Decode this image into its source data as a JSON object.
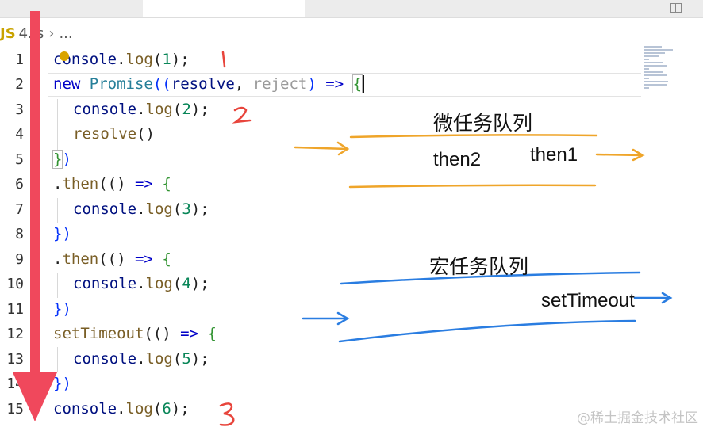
{
  "breadcrumb": {
    "icon": "JS",
    "file": "4.js",
    "more": "..."
  },
  "gutter": [
    "1",
    "2",
    "3",
    "4",
    "5",
    "6",
    "7",
    "8",
    "9",
    "10",
    "11",
    "12",
    "13",
    "14",
    "15"
  ],
  "code": {
    "l1": {
      "obj": "console",
      "dot": ".",
      "method": "log",
      "open": "(",
      "arg": "1",
      "close": ");"
    },
    "l2": {
      "kw": "new",
      "cls": "Promise",
      "open": "((",
      "p1": "resolve",
      "comma": ", ",
      "p2": "reject",
      "paren": ") ",
      "arrow": "=>",
      "brace": "{"
    },
    "l3": {
      "obj": "console",
      "dot": ".",
      "method": "log",
      "open": "(",
      "arg": "2",
      "close": ");"
    },
    "l4": {
      "method": "resolve",
      "parens": "()"
    },
    "l5": {
      "brace": "}",
      "paren": ")"
    },
    "l6": {
      "dot": ".",
      "method": "then",
      "open": "(() ",
      "arrow": "=>",
      "brace": " {"
    },
    "l7": {
      "obj": "console",
      "dot": ".",
      "method": "log",
      "open": "(",
      "arg": "3",
      "close": ");"
    },
    "l8": {
      "text": "})"
    },
    "l9": {
      "dot": ".",
      "method": "then",
      "open": "(() ",
      "arrow": "=>",
      "brace": " {"
    },
    "l10": {
      "obj": "console",
      "dot": ".",
      "method": "log",
      "open": "(",
      "arg": "4",
      "close": ");"
    },
    "l11": {
      "text": "})"
    },
    "l12": {
      "method": "setTimeout",
      "open": "(() ",
      "arrow": "=>",
      "brace": " {"
    },
    "l13": {
      "obj": "console",
      "dot": ".",
      "method": "log",
      "open": "(",
      "arg": "5",
      "close": ");"
    },
    "l14": {
      "text": "})"
    },
    "l15": {
      "obj": "console",
      "dot": ".",
      "method": "log",
      "open": "(",
      "arg": "6",
      "close": ");"
    }
  },
  "annotations": {
    "micro_title": "微任务队列",
    "then2": "then2",
    "then1": "then1",
    "macro_title": "宏任务队列",
    "settimeout": "setTimeout"
  },
  "watermark": "@稀土掘金技术社区",
  "colors": {
    "arrow_red": "#f0485c",
    "ink_orange": "#efa52a",
    "ink_blue": "#2a7de1",
    "handwriting_red": "#e8453c"
  }
}
